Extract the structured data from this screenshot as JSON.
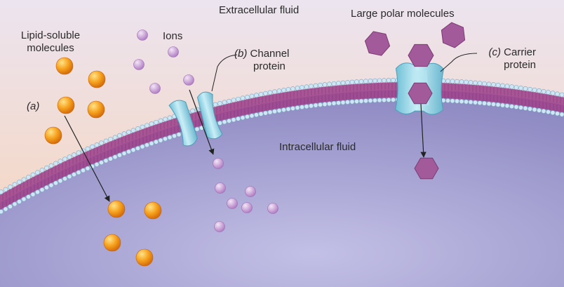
{
  "labels": {
    "extracellular": "Extracellular fluid",
    "intracellular": "Intracellular fluid",
    "lipid_line1": "Lipid-soluble",
    "lipid_line2": "molecules",
    "a_marker": "(a)",
    "ions": "Ions",
    "channel_letter": "(b)",
    "channel_line1": "Channel",
    "channel_line2": "protein",
    "large_polar": "Large polar molecules",
    "carrier_letter": "(c)",
    "carrier_line1": "Carrier",
    "carrier_line2": "protein"
  },
  "colors": {
    "extracellular": "#f6dccb",
    "intracellular": "#9b98cc",
    "membrane_core": "#a0468e",
    "phospholipid_head": "#cfe6f4",
    "protein": "#8fd3e2",
    "lipid_molecule": "#f29a1c",
    "ion": "#c79bd6",
    "polar_molecule": "#a25a9a"
  }
}
